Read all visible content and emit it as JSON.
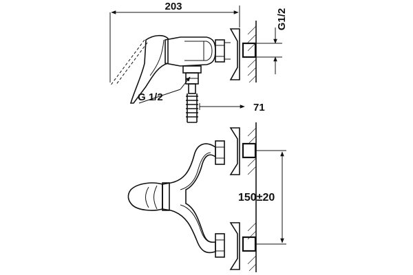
{
  "dimensions": {
    "overall_width": "203",
    "wall_thread": "G1/2",
    "outlet_thread": "G 1/2",
    "outlet_offset": "71",
    "inlet_spacing": "150±20"
  },
  "colors": {
    "line": "#111111",
    "background": "#ffffff"
  }
}
